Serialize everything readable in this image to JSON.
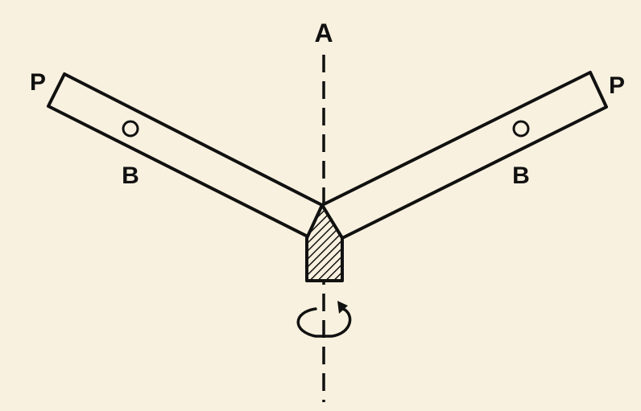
{
  "labels": {
    "axis": "A",
    "pivot_left": "P",
    "pivot_right": "P",
    "ball_left": "B",
    "ball_right": "B"
  },
  "colors": {
    "background": "#f9f1df",
    "ink": "#111111"
  }
}
